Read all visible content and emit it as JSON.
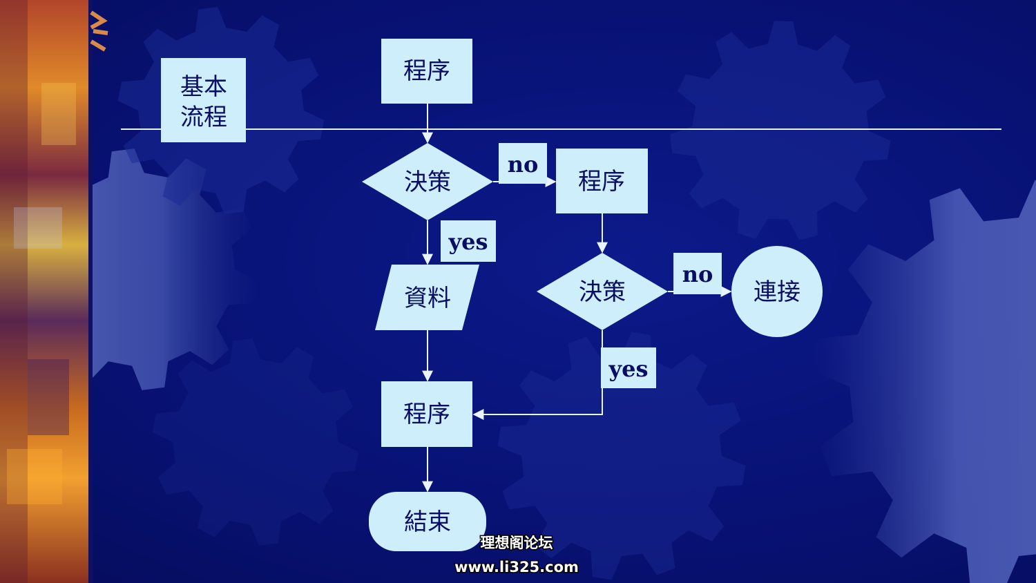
{
  "colors": {
    "background": "#081275",
    "node_fill": "#cdeefa",
    "node_text": "#0a0e63",
    "connector": "#e8f4ff",
    "gear": "#3a4aa8"
  },
  "header_box": {
    "text_line1": "基本",
    "text_line2": "流程"
  },
  "nodes": {
    "process_top": "程序",
    "decision_1": "決策",
    "process_right": "程序",
    "decision_2": "決策",
    "data": "資料",
    "process_bottom": "程序",
    "end": "結束",
    "connector": "連接"
  },
  "edge_labels": {
    "d1_no": "no",
    "d1_yes": "yes",
    "d2_no": "no",
    "d2_yes": "yes"
  },
  "watermark": {
    "line1": "理想阁论坛",
    "line2": "www.li325.com"
  }
}
